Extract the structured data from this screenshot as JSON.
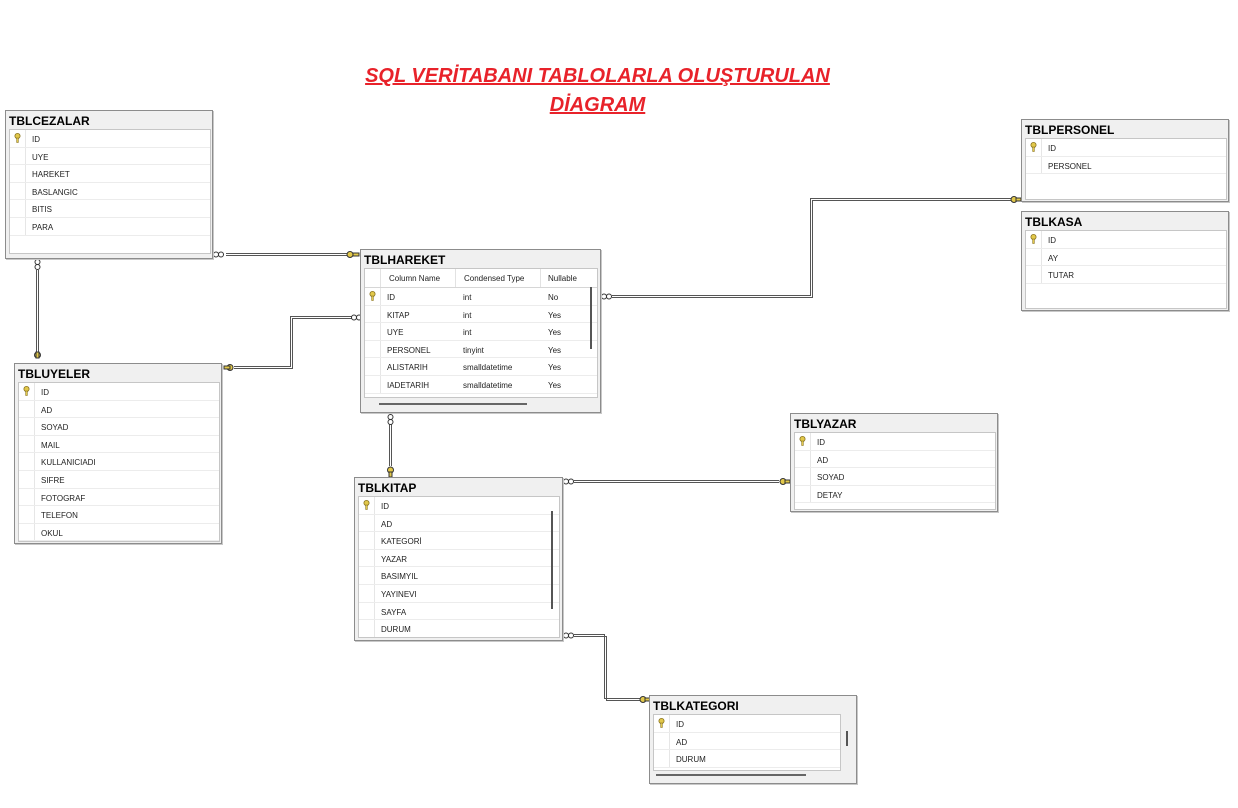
{
  "title": {
    "line1": "SQL VERİTABANI TABLOLARLA OLUŞTURULAN",
    "line2": "DİAGRAM"
  },
  "colors": {
    "title": "#e8222a",
    "key": "#e2c84a",
    "line": "#555555"
  },
  "tables": {
    "cezalar": {
      "name": "TBLCEZALAR",
      "columns": [
        "ID",
        "UYE",
        "HAREKET",
        "BASLANGIC",
        "BITIS",
        "PARA"
      ]
    },
    "uyeler": {
      "name": "TBLUYELER",
      "columns": [
        "ID",
        "AD",
        "SOYAD",
        "MAIL",
        "KULLANICIADI",
        "SIFRE",
        "FOTOGRAF",
        "TELEFON",
        "OKUL"
      ]
    },
    "hareket": {
      "name": "TBLHAREKET",
      "headers": [
        "Column Name",
        "Condensed Type",
        "Nullable"
      ],
      "rows": [
        {
          "name": "ID",
          "type": "int",
          "nullable": "No"
        },
        {
          "name": "KITAP",
          "type": "int",
          "nullable": "Yes"
        },
        {
          "name": "UYE",
          "type": "int",
          "nullable": "Yes"
        },
        {
          "name": "PERSONEL",
          "type": "tinyint",
          "nullable": "Yes"
        },
        {
          "name": "ALISTARIH",
          "type": "smalldatetime",
          "nullable": "Yes"
        },
        {
          "name": "IADETARIH",
          "type": "smalldatetime",
          "nullable": "Yes"
        }
      ]
    },
    "kitap": {
      "name": "TBLKITAP",
      "columns": [
        "ID",
        "AD",
        "KATEGORİ",
        "YAZAR",
        "BASIMYIL",
        "YAYINEVI",
        "SAYFA",
        "DURUM"
      ]
    },
    "personel": {
      "name": "TBLPERSONEL",
      "columns": [
        "ID",
        "PERSONEL"
      ]
    },
    "kasa": {
      "name": "TBLKASA",
      "columns": [
        "ID",
        "AY",
        "TUTAR"
      ]
    },
    "yazar": {
      "name": "TBLYAZAR",
      "columns": [
        "ID",
        "AD",
        "SOYAD",
        "DETAY"
      ]
    },
    "kategori": {
      "name": "TBLKATEGORI",
      "columns": [
        "ID",
        "AD",
        "DURUM"
      ]
    }
  }
}
